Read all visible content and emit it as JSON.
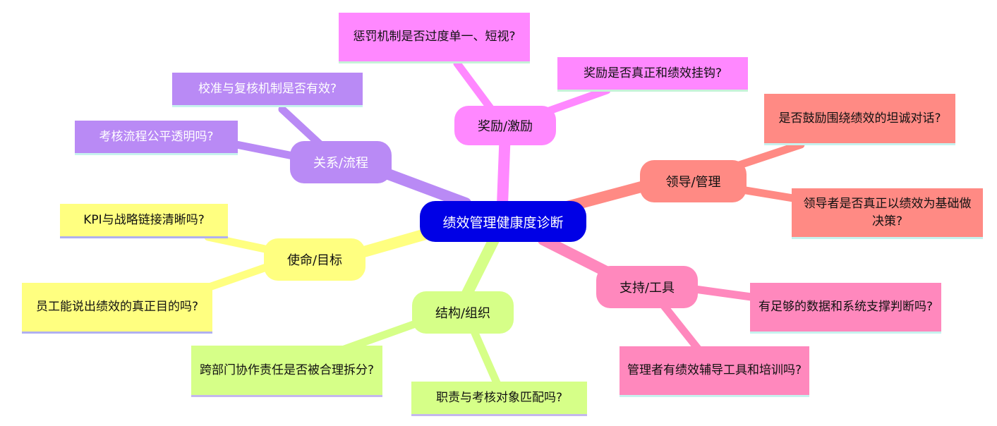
{
  "root": {
    "label": "绩效管理健康度诊断",
    "color": "#0000e6"
  },
  "branches": {
    "reward": {
      "label": "奖励/激励",
      "color": "#ff88ff",
      "leaves": [
        "惩罚机制是否过度单一、短视?",
        "奖励是否真正和绩效挂钩?"
      ]
    },
    "leadership": {
      "label": "领导/管理",
      "color": "#ff8a84",
      "leaves": [
        "是否鼓励围绕绩效的坦诚对话?",
        "领导者是否真正以绩效为基础做决策?"
      ]
    },
    "support": {
      "label": "支持/工具",
      "color": "#ff88bd",
      "leaves": [
        "有足够的数据和系统支撑判断吗?",
        "管理者有绩效辅导工具和培训吗?"
      ]
    },
    "structure": {
      "label": "结构/组织",
      "color": "#d6ff88",
      "leaves": [
        "跨部门协作责任是否被合理拆分?",
        "职责与考核对象匹配吗?"
      ]
    },
    "mission": {
      "label": "使命/目标",
      "color": "#ffff80",
      "leaves": [
        "KPI与战略链接清晰吗?",
        "员工能说出绩效的真正目的吗?"
      ]
    },
    "relation": {
      "label": "关系/流程",
      "color": "#b98af5",
      "leaves": [
        "校准与复核机制是否有效?",
        "考核流程公平透明吗?"
      ]
    }
  }
}
